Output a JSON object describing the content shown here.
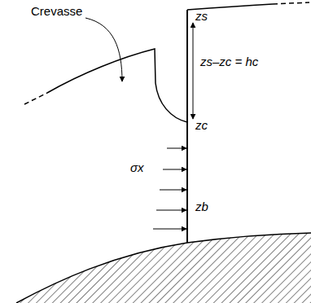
{
  "diagram": {
    "labels": [
      "Crevasse",
      "zs",
      "zs–zc = hc",
      "zc",
      "σx",
      "zb"
    ]
  }
}
